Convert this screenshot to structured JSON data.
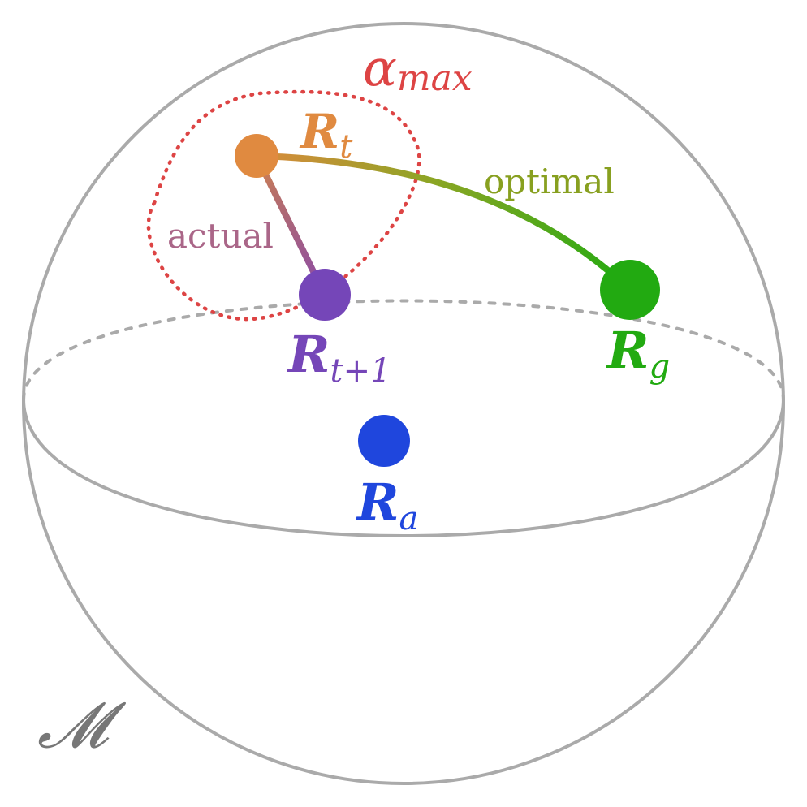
{
  "manifold": {
    "symbol": "𝓜"
  },
  "colors": {
    "sphere": "#aaaaaa",
    "alpha_circle": "#dd4444",
    "current": "#e08a40",
    "next": "#7546b8",
    "goal": "#22aa11",
    "anchor": "#1f46dd",
    "actual_label": "#aa6688",
    "optimal_label": "#88a020"
  },
  "points": {
    "current": {
      "base": "R",
      "sub": "t"
    },
    "next": {
      "base": "R",
      "sub": "t+1"
    },
    "goal": {
      "base": "R",
      "sub": "g"
    },
    "anchor": {
      "base": "R",
      "sub": "a"
    }
  },
  "labels": {
    "alpha_base": "α",
    "alpha_sub": "max",
    "actual": "actual",
    "optimal": "optimal"
  }
}
